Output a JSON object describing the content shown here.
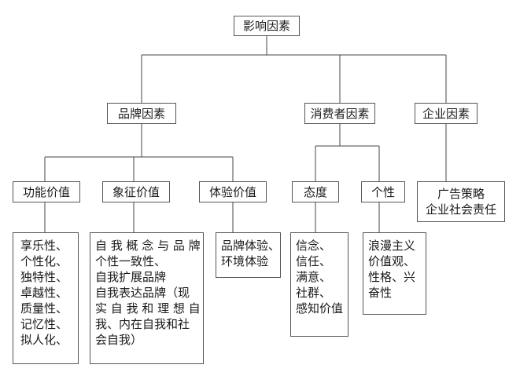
{
  "root": {
    "label": "影响因素"
  },
  "factors": {
    "brand": {
      "label": "品牌因素"
    },
    "consumer": {
      "label": "消费者因素"
    },
    "enterprise": {
      "label": "企业因素"
    }
  },
  "values": {
    "functional": {
      "label": "功能价值",
      "items": [
        "享乐性、",
        "个性化、",
        "独特性、",
        "卓越性、",
        "质量性、",
        "记忆性、",
        "拟人化、"
      ]
    },
    "symbolic": {
      "label": "象征价值",
      "items": [
        "自 我 概 念 与 品 牌",
        "个性一致性、",
        "自我扩展品牌",
        "自我表达品牌（现",
        "实 自 我 和 理 想 自",
        "我、内在自我和社",
        "会自我）"
      ]
    },
    "experience": {
      "label": "体验价值",
      "items": [
        "品牌体验、",
        "环境体验"
      ]
    },
    "attitude": {
      "label": "态度",
      "items": [
        "信念、",
        "信任、",
        "满意、",
        "社群、",
        "感知价值"
      ]
    },
    "personality": {
      "label": "个性",
      "items": [
        "浪漫主义",
        "价值观、",
        "性格、兴",
        "奋性"
      ]
    },
    "enterprise_detail": {
      "lines": [
        "广告策略",
        "企业社会责任"
      ]
    }
  }
}
